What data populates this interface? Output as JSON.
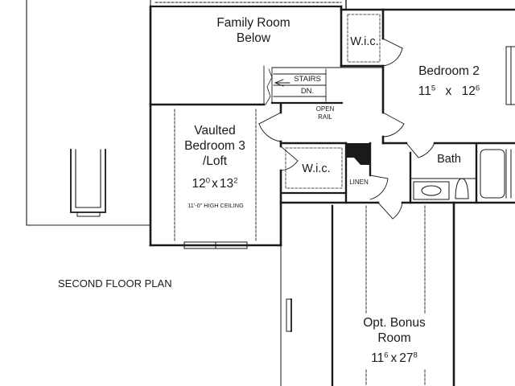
{
  "plan": {
    "caption": "SECOND FLOOR PLAN",
    "rooms": {
      "family_room": {
        "line1": "Family Room",
        "line2": "Below"
      },
      "bedroom2": {
        "name": "Bedroom 2",
        "dim_a": "11",
        "dim_a_sup": "5",
        "dim_x": "x",
        "dim_b": "12",
        "dim_b_sup": "6"
      },
      "bedroom3": {
        "line1": "Vaulted",
        "line2": "Bedroom 3",
        "line3": "/Loft",
        "dim_a": "12",
        "dim_a_sup": "0",
        "dim_x": "x",
        "dim_b": "13",
        "dim_b_sup": "2",
        "ceiling_note": "11'-0\" HIGH CEILING"
      },
      "bath": {
        "name": "Bath"
      },
      "wic_top": {
        "name": "W.i.c."
      },
      "wic_mid": {
        "name": "W.i.c."
      },
      "linen": {
        "name": "LINEN"
      },
      "bonus": {
        "line1": "Opt. Bonus",
        "line2": "Room",
        "dim_a": "11",
        "dim_a_sup": "6",
        "dim_x": "x",
        "dim_b": "27",
        "dim_b_sup": "8"
      }
    },
    "stairs": {
      "label": "STAIRS",
      "direction": "DN."
    },
    "open_rail": {
      "line1": "OPEN",
      "line2": "RAIL"
    },
    "colors": {
      "line": "#1a1a1a",
      "background": "#ffffff"
    }
  }
}
